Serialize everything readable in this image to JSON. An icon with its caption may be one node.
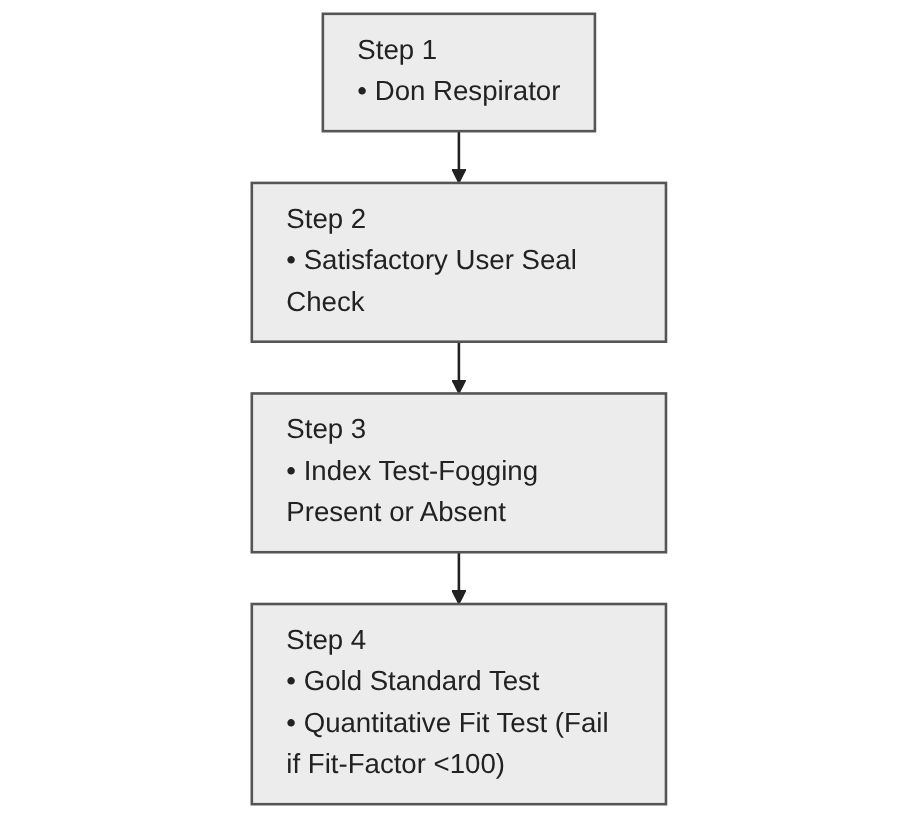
{
  "diagram": {
    "nodes": [
      {
        "text": [
          "Step 1",
          "• Don Respirator"
        ]
      },
      {
        "text": [
          "Step 2",
          "• Satisfactory User Seal Check"
        ]
      },
      {
        "text": [
          "Step 3",
          "• Index Test-Fogging Present or Absent"
        ]
      },
      {
        "text": [
          "Step 4",
          "• Gold Standard Test",
          "• Quantitative Fit Test (Fail if Fit-Factor <100)"
        ]
      }
    ],
    "edges": [
      {
        "from": 0,
        "to": 1,
        "arrow": "to"
      },
      {
        "from": 1,
        "to": 2,
        "arrow": "to"
      },
      {
        "from": 2,
        "to": 3,
        "arrow": "to"
      }
    ]
  }
}
